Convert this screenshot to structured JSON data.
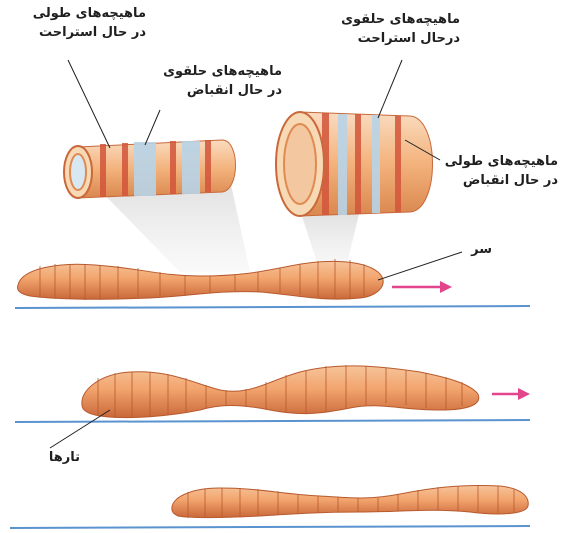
{
  "labels": {
    "longitudinal_relaxed": [
      "ماهیچه‌های طولی",
      "در حال استراحت"
    ],
    "circular_contracted": [
      "ماهیچه‌های حلقوی",
      "در حال انقباض"
    ],
    "circular_relaxed": [
      "ماهیچه‌های حلقوی",
      "درحال استراحت"
    ],
    "longitudinal_contracted": [
      "ماهیچه‌های طولی",
      "در حال انقباض"
    ],
    "head": "سر",
    "setae": "تارها"
  },
  "colors": {
    "body": "#f2a46d",
    "body_dark": "#c9683a",
    "segment": "#b85a2e",
    "ground_line": "#5a93cf",
    "arrow": "#e2458c",
    "circular_band_relaxed": "#b8d4e8",
    "stripe_red": "#d2553a",
    "stripe_light": "#f7d9b5"
  }
}
